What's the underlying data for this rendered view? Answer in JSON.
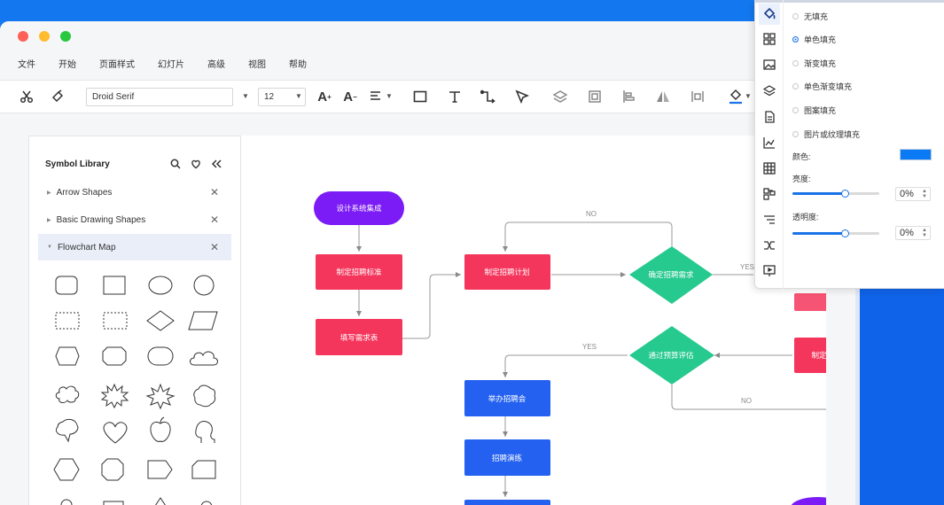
{
  "menu": [
    "文件",
    "开始",
    "页面样式",
    "幻灯片",
    "高级",
    "视图",
    "帮助"
  ],
  "toolbar": {
    "font_family": "Droid Serif",
    "font_size": "12"
  },
  "library": {
    "title": "Symbol Library",
    "sections": [
      {
        "label": "Arrow Shapes",
        "expanded": false
      },
      {
        "label": "Basic Drawing Shapes",
        "expanded": false
      },
      {
        "label": "Flowchart Map",
        "expanded": true
      }
    ]
  },
  "flowchart": {
    "nodes": {
      "design": "设计系统集成",
      "standard": "制定招聘标准",
      "form": "填写需求表",
      "plan": "制定招聘计划",
      "confirm": "确定招聘需求",
      "budget": "通过预算评估",
      "partial": "制定",
      "fair": "举办招聘会",
      "drill": "招聘演练"
    },
    "labels": {
      "no_top": "NO",
      "yes_right": "YES",
      "yes_left": "YES",
      "no_bottom": "NO"
    },
    "colors": {
      "purple": "#7b1bf5",
      "red": "#f5365c",
      "green": "#26c98e",
      "blue": "#2461f0"
    }
  },
  "panel": {
    "fill_options": [
      {
        "label": "无填充",
        "checked": false
      },
      {
        "label": "单色填充",
        "checked": true
      },
      {
        "label": "渐变填充",
        "checked": false
      },
      {
        "label": "单色渐变填充",
        "checked": false
      },
      {
        "label": "图案填充",
        "checked": false
      },
      {
        "label": "图片或纹理填充",
        "checked": false
      }
    ],
    "color_label": "颜色:",
    "color_value": "#0b7bf5",
    "brightness_label": "亮度:",
    "brightness_value": "0%",
    "opacity_label": "透明度:",
    "opacity_value": "0%"
  }
}
